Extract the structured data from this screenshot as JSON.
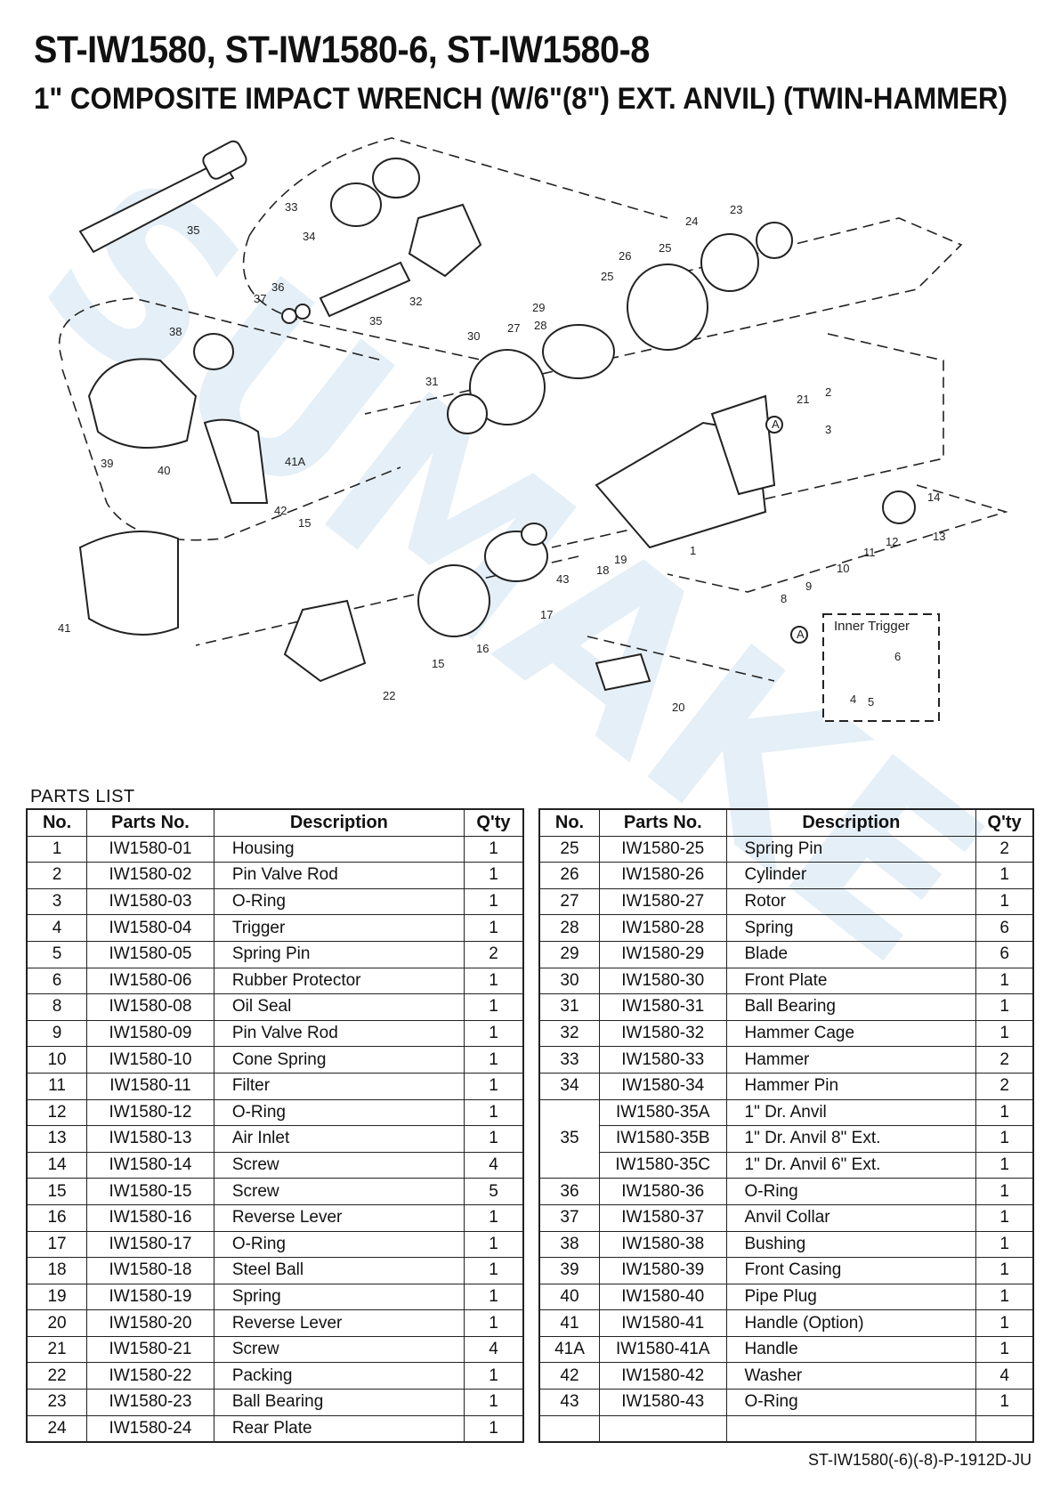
{
  "header": {
    "title": "ST-IW1580, ST-IW1580-6, ST-IW1580-8",
    "subtitle": "1\" COMPOSITE IMPACT WRENCH (W/6\"(8\") EXT. ANVIL) (TWIN-HAMMER)"
  },
  "watermark": "SUMAKE",
  "diagram": {
    "callouts": [
      "1",
      "2",
      "3",
      "6",
      "8",
      "9",
      "10",
      "11",
      "12",
      "13",
      "14",
      "15",
      "15",
      "16",
      "17",
      "18",
      "19",
      "20",
      "21",
      "22",
      "23",
      "24",
      "25",
      "25",
      "26",
      "27",
      "28",
      "29",
      "30",
      "31",
      "32",
      "33",
      "34",
      "35",
      "35",
      "36",
      "37",
      "38",
      "39",
      "40",
      "41",
      "41A",
      "42",
      "43"
    ],
    "inset_title": "Inner Trigger",
    "inset_callouts": [
      "4",
      "5",
      "6"
    ],
    "marker": "A"
  },
  "parts_label": "PARTS LIST",
  "columns": [
    "No.",
    "Parts No.",
    "Description",
    "Q'ty"
  ],
  "left_rows": [
    [
      "1",
      "IW1580-01",
      "Housing",
      "1"
    ],
    [
      "2",
      "IW1580-02",
      "Pin Valve Rod",
      "1"
    ],
    [
      "3",
      "IW1580-03",
      "O-Ring",
      "1"
    ],
    [
      "4",
      "IW1580-04",
      "Trigger",
      "1"
    ],
    [
      "5",
      "IW1580-05",
      "Spring Pin",
      "2"
    ],
    [
      "6",
      "IW1580-06",
      "Rubber Protector",
      "1"
    ],
    [
      "8",
      "IW1580-08",
      "Oil Seal",
      "1"
    ],
    [
      "9",
      "IW1580-09",
      "Pin Valve Rod",
      "1"
    ],
    [
      "10",
      "IW1580-10",
      "Cone Spring",
      "1"
    ],
    [
      "11",
      "IW1580-11",
      "Filter",
      "1"
    ],
    [
      "12",
      "IW1580-12",
      "O-Ring",
      "1"
    ],
    [
      "13",
      "IW1580-13",
      "Air Inlet",
      "1"
    ],
    [
      "14",
      "IW1580-14",
      "Screw",
      "4"
    ],
    [
      "15",
      "IW1580-15",
      "Screw",
      "5"
    ],
    [
      "16",
      "IW1580-16",
      "Reverse Lever",
      "1"
    ],
    [
      "17",
      "IW1580-17",
      "O-Ring",
      "1"
    ],
    [
      "18",
      "IW1580-18",
      "Steel Ball",
      "1"
    ],
    [
      "19",
      "IW1580-19",
      "Spring",
      "1"
    ],
    [
      "20",
      "IW1580-20",
      "Reverse Lever",
      "1"
    ],
    [
      "21",
      "IW1580-21",
      "Screw",
      "4"
    ],
    [
      "22",
      "IW1580-22",
      "Packing",
      "1"
    ],
    [
      "23",
      "IW1580-23",
      "Ball Bearing",
      "1"
    ],
    [
      "24",
      "IW1580-24",
      "Rear Plate",
      "1"
    ]
  ],
  "right_rows": [
    [
      "25",
      "IW1580-25",
      "Spring Pin",
      "2"
    ],
    [
      "26",
      "IW1580-26",
      "Cylinder",
      "1"
    ],
    [
      "27",
      "IW1580-27",
      "Rotor",
      "1"
    ],
    [
      "28",
      "IW1580-28",
      "Spring",
      "6"
    ],
    [
      "29",
      "IW1580-29",
      "Blade",
      "6"
    ],
    [
      "30",
      "IW1580-30",
      "Front Plate",
      "1"
    ],
    [
      "31",
      "IW1580-31",
      "Ball Bearing",
      "1"
    ],
    [
      "32",
      "IW1580-32",
      "Hammer Cage",
      "1"
    ],
    [
      "33",
      "IW1580-33",
      "Hammer",
      "2"
    ],
    [
      "34",
      "IW1580-34",
      "Hammer Pin",
      "2"
    ],
    [
      "35",
      "IW1580-35A",
      "1\" Dr. Anvil",
      "1"
    ],
    [
      "",
      "IW1580-35B",
      "1\" Dr. Anvil 8\" Ext.",
      "1"
    ],
    [
      "",
      "IW1580-35C",
      "1\" Dr. Anvil 6\" Ext.",
      "1"
    ],
    [
      "36",
      "IW1580-36",
      "O-Ring",
      "1"
    ],
    [
      "37",
      "IW1580-37",
      "Anvil Collar",
      "1"
    ],
    [
      "38",
      "IW1580-38",
      "Bushing",
      "1"
    ],
    [
      "39",
      "IW1580-39",
      "Front Casing",
      "1"
    ],
    [
      "40",
      "IW1580-40",
      "Pipe Plug",
      "1"
    ],
    [
      "41",
      "IW1580-41",
      "Handle (Option)",
      "1"
    ],
    [
      "41A",
      "IW1580-41A",
      "Handle",
      "1"
    ],
    [
      "42",
      "IW1580-42",
      "Washer",
      "4"
    ],
    [
      "43",
      "IW1580-43",
      "O-Ring",
      "1"
    ],
    [
      "",
      "",
      "",
      ""
    ]
  ],
  "doc_id": "ST-IW1580(-6)(-8)-P-1912D-JU"
}
